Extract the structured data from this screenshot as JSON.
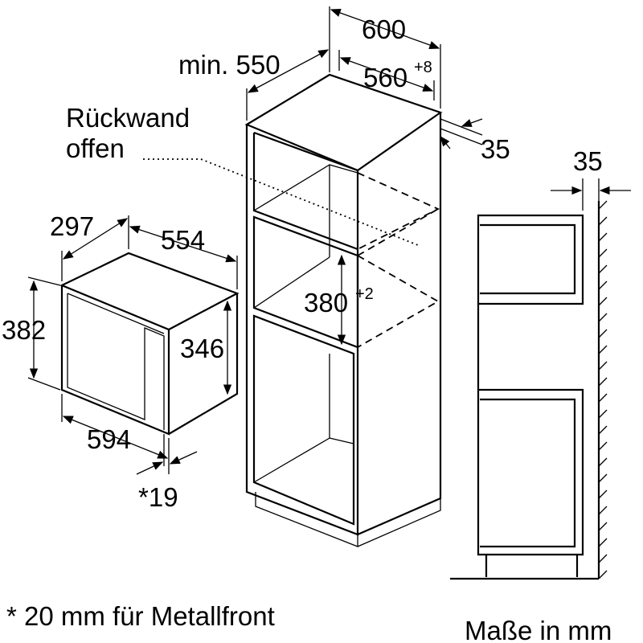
{
  "dimensions": {
    "cabinet_width": "600",
    "cabinet_depth_min": "min. 550",
    "niche_width": "560",
    "niche_width_tol": "+8",
    "rear_gap": "35",
    "niche_height": "380",
    "niche_height_tol": "+2",
    "device_depth": "297",
    "device_body_width": "554",
    "device_height": "382",
    "device_body_height": "346",
    "device_width": "594",
    "front_thickness": "*19",
    "side_gap": "35"
  },
  "labels": {
    "rear_wall_line1": "Rückwand",
    "rear_wall_line2": "offen",
    "footnote": "* 20 mm für Metallfront",
    "units": "Maße in mm"
  }
}
